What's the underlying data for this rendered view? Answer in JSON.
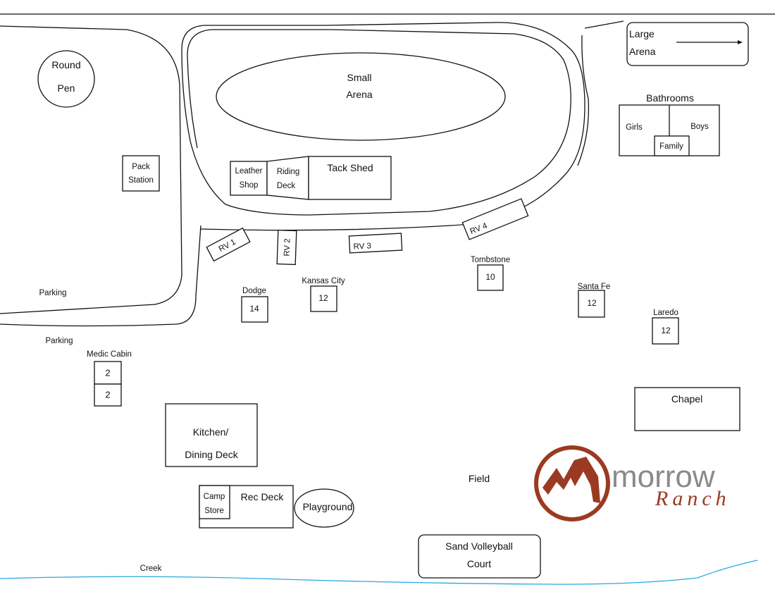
{
  "colors": {
    "line": "#111111",
    "creek": "#29a8e0",
    "brand": "#9b3a22",
    "background": "#ffffff"
  },
  "labels": {
    "round_pen": [
      "Round",
      "Pen"
    ],
    "small_arena": [
      "Small",
      "Arena"
    ],
    "large_arena": [
      "Large",
      "Arena"
    ],
    "pack_station": [
      "Pack",
      "Station"
    ],
    "leather_shop": [
      "Leather",
      "Shop"
    ],
    "riding_deck": [
      "Riding",
      "Deck"
    ],
    "tack_shed": "Tack Shed",
    "bathrooms": "Bathrooms",
    "girls": "Girls",
    "boys": "Boys",
    "family": "Family",
    "rv1": "RV 1",
    "rv2": "RV 2",
    "rv3": "RV 3",
    "rv4": "RV 4",
    "parking_1": "Parking",
    "parking_2": "Parking",
    "medic_cabin": "Medic Cabin",
    "kitchen": [
      "Kitchen/",
      "Dining Deck"
    ],
    "camp_store": [
      "Camp",
      "Store"
    ],
    "rec_deck": "Rec Deck",
    "playground": "Playground",
    "field": "Field",
    "volleyball": [
      "Sand Volleyball",
      "Court"
    ],
    "creek": "Creek",
    "chapel": "Chapel"
  },
  "cabins": [
    {
      "id": "dodge",
      "name": "Dodge",
      "beds": "14"
    },
    {
      "id": "kansas_city",
      "name": "Kansas City",
      "beds": "12"
    },
    {
      "id": "tombstone",
      "name": "Tombstone",
      "beds": "10"
    },
    {
      "id": "santa_fe",
      "name": "Santa Fe",
      "beds": "12"
    },
    {
      "id": "laredo",
      "name": "Laredo",
      "beds": "12"
    }
  ],
  "medic_beds": [
    "2",
    "2"
  ],
  "logo": {
    "name": "morrow",
    "sub": "Ranch"
  }
}
